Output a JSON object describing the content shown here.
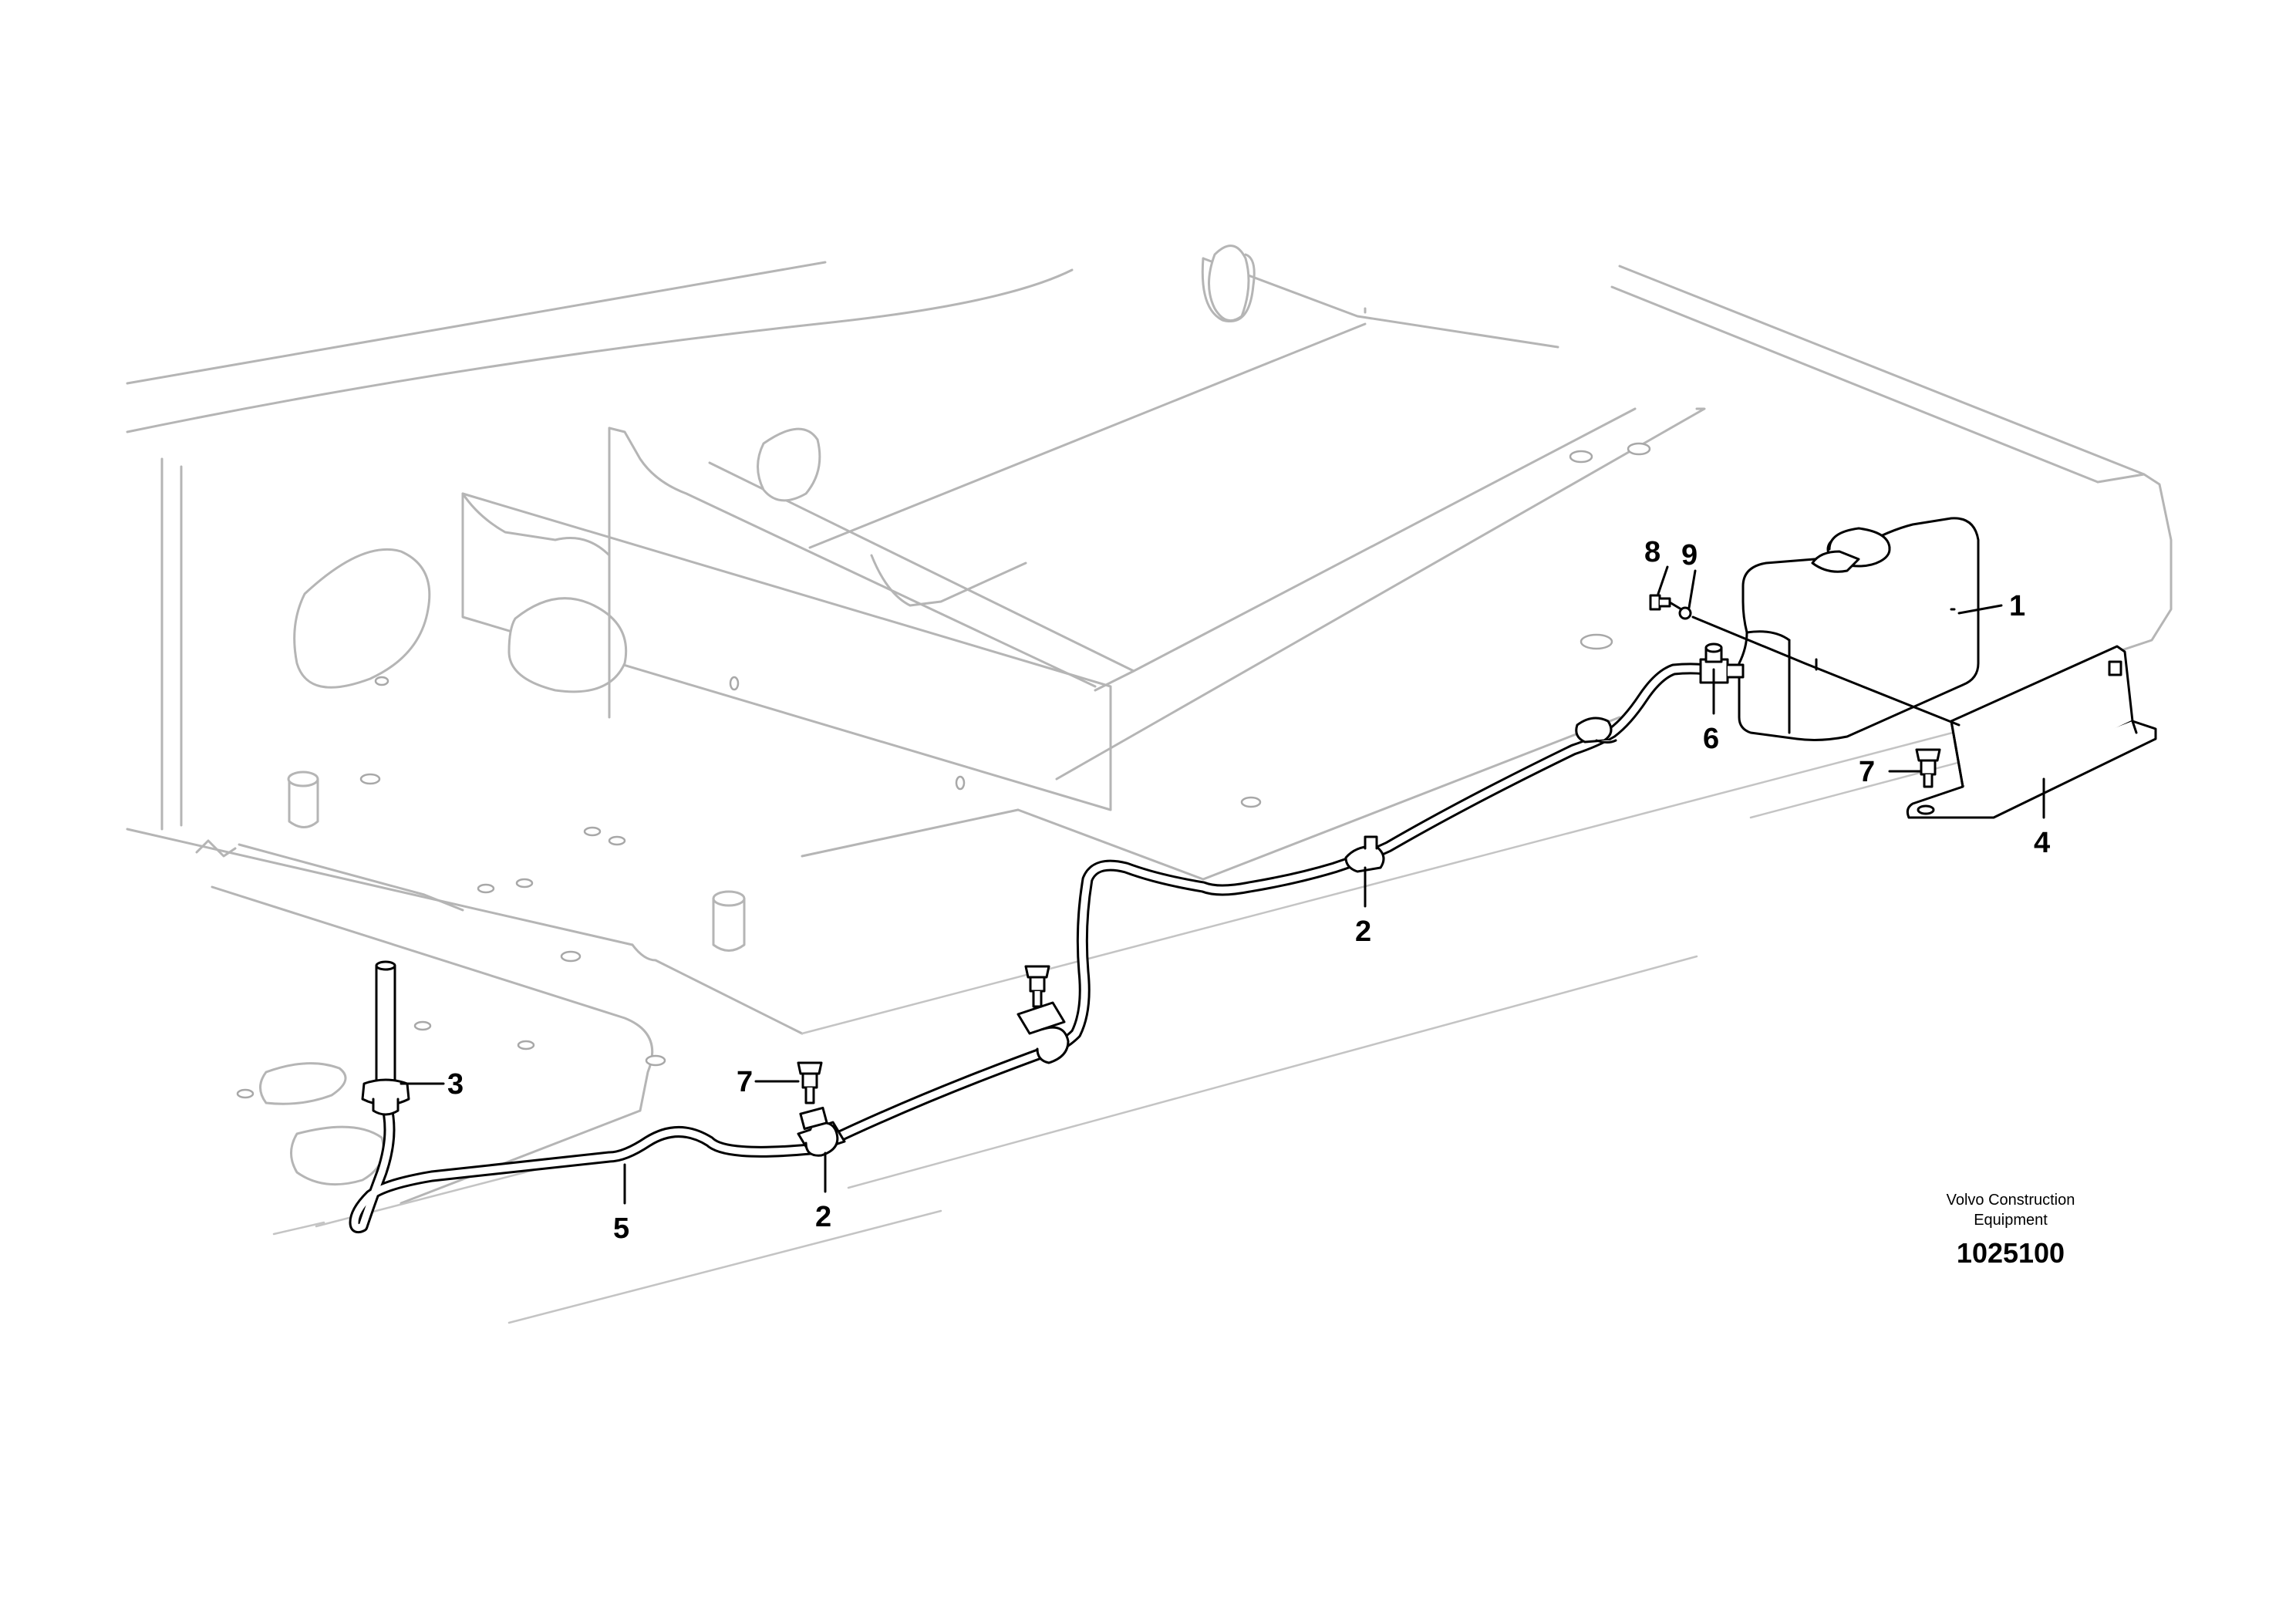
{
  "callouts": {
    "c1": "1",
    "c2a": "2",
    "c2b": "2",
    "c3": "3",
    "c4": "4",
    "c5": "5",
    "c6": "6",
    "c7a": "7",
    "c7b": "7",
    "c8": "8",
    "c9": "9"
  },
  "caption": {
    "line1": "Volvo Construction",
    "line2": "Equipment",
    "figure_number": "1025100"
  }
}
